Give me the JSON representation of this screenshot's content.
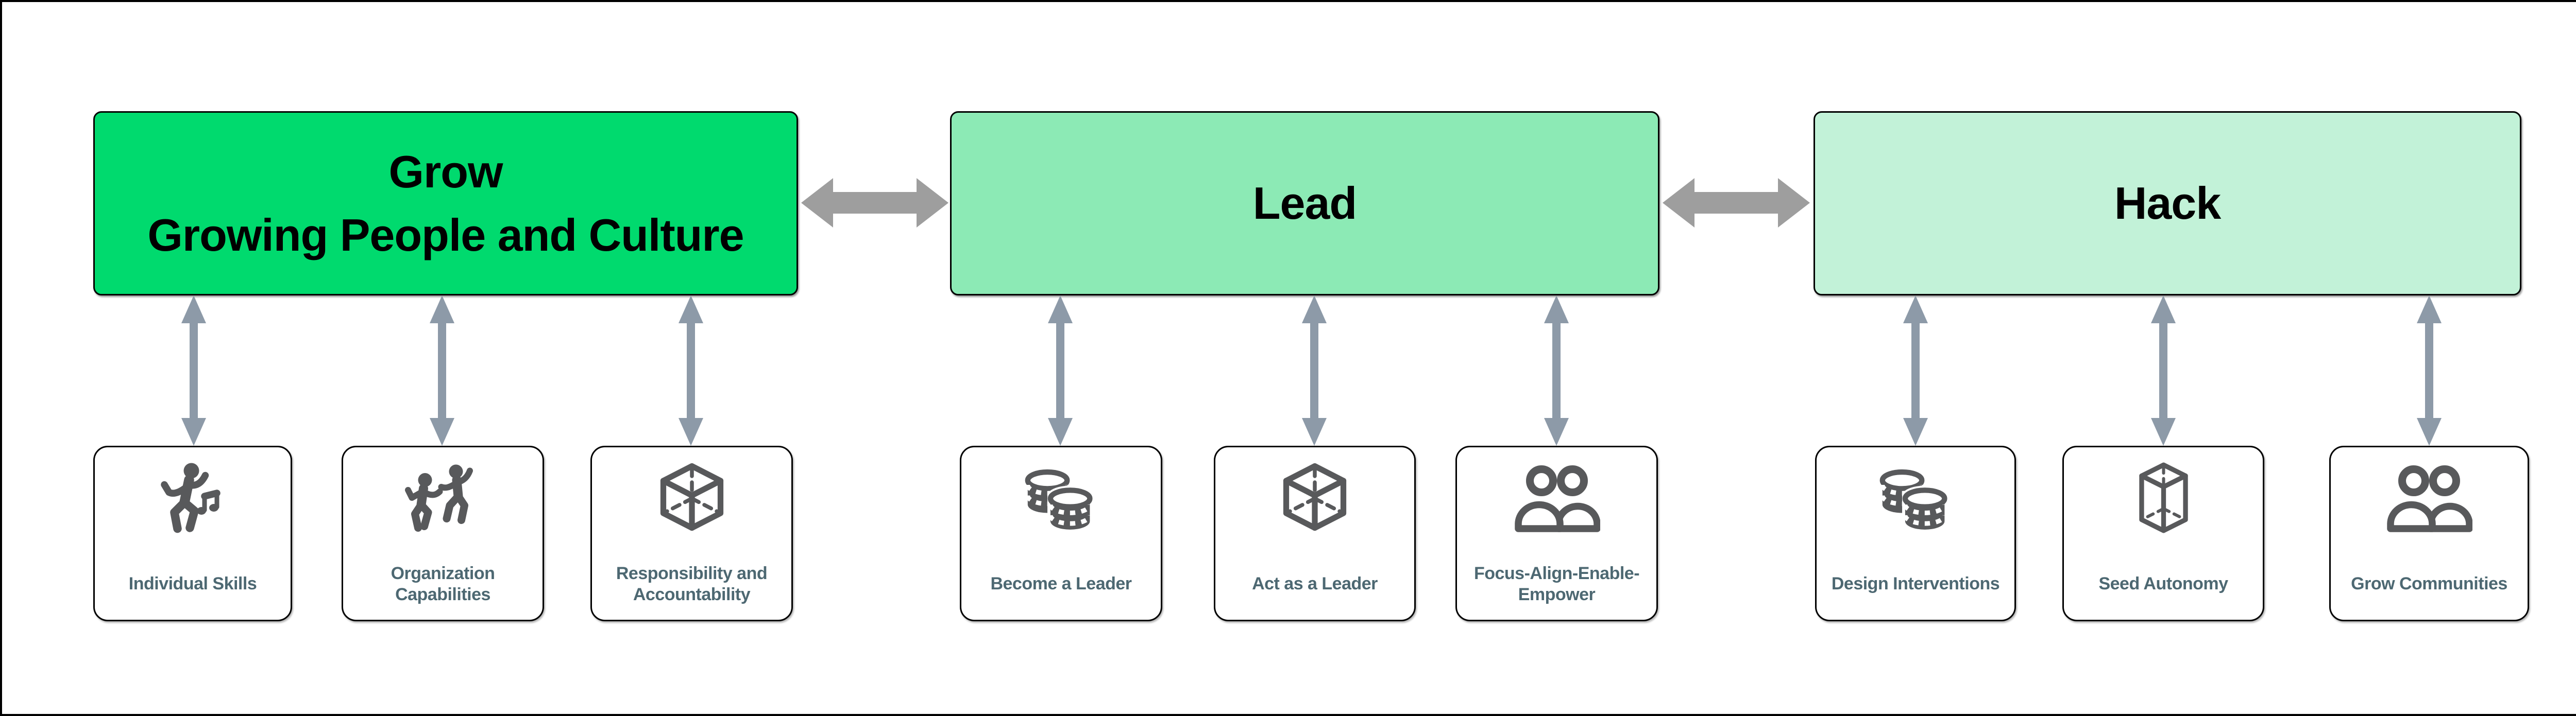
{
  "canvas": {
    "background": "#ffffff",
    "border_color": "#000000"
  },
  "connectors": {
    "horizontal_arrow_color": "#9e9e9e",
    "vertical_arrow_color": "#8d9aa8",
    "horizontal_arrow_style": "double-headed",
    "vertical_arrow_style": "double-headed"
  },
  "icon_color": "#58595b",
  "label_color": "#4d6872",
  "groups": [
    {
      "id": "grow",
      "title_lines": [
        "Grow",
        "Growing People and Culture"
      ],
      "color": "#00da6e",
      "children": [
        {
          "label": "Individual Skills",
          "icon": "dancer-music-note-icon"
        },
        {
          "label": "Organization Capabilities",
          "icon": "dancing-people-icon"
        },
        {
          "label": "Responsibility and Accountability",
          "icon": "cube-icon"
        }
      ]
    },
    {
      "id": "lead",
      "title_lines": [
        "Lead"
      ],
      "color": "#8ceab5",
      "children": [
        {
          "label": "Become a Leader",
          "icon": "coins-icon"
        },
        {
          "label": "Act as a Leader",
          "icon": "cube-icon"
        },
        {
          "label": "Focus-Align-Enable-Empower",
          "icon": "people-icon"
        }
      ]
    },
    {
      "id": "hack",
      "title_lines": [
        "Hack"
      ],
      "color": "#c2f2d8",
      "children": [
        {
          "label": "Design Interventions",
          "icon": "coins-icon"
        },
        {
          "label": "Seed Autonomy",
          "icon": "tall-cube-icon"
        },
        {
          "label": "Grow Communities",
          "icon": "people-icon"
        }
      ]
    }
  ]
}
